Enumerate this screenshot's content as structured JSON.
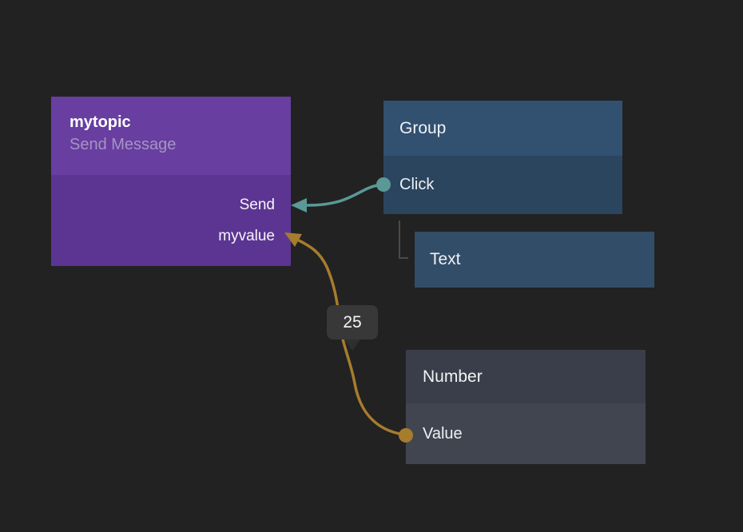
{
  "canvas": {
    "background": "#222222"
  },
  "nodes": {
    "mytopic": {
      "title": "mytopic",
      "subtitle": "Send Message",
      "header_color": "#683ea0",
      "body_color": "#5c3592",
      "ports": [
        {
          "label": "Send",
          "direction": "input"
        },
        {
          "label": "myvalue",
          "direction": "input"
        }
      ]
    },
    "group": {
      "title": "Group",
      "header_color": "#325070",
      "body_color": "#2b455f",
      "ports": [
        {
          "label": "Click",
          "direction": "output"
        }
      ]
    },
    "text": {
      "title": "Text",
      "color": "#324d68"
    },
    "number": {
      "title": "Number",
      "header_color": "#3a3e4a",
      "body_color": "#414550",
      "ports": [
        {
          "label": "Value",
          "direction": "output"
        }
      ]
    }
  },
  "wires": [
    {
      "from": "Group.Click",
      "to": "mytopic.Send",
      "color": "#5a9996"
    },
    {
      "from": "Number.Value",
      "to": "mytopic.myvalue",
      "color": "#a67c2d"
    }
  ],
  "badge": {
    "value": "25",
    "background": "#383838"
  },
  "tree_line_color": "#4a4a4a"
}
